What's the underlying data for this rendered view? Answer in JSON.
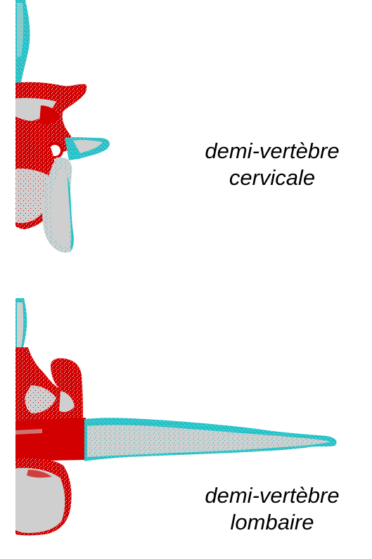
{
  "colors": {
    "bone": "#cfcfcf",
    "red": "#d20000",
    "cyan": "#22c3c8",
    "background": "#ffffff"
  },
  "cervical": {
    "caption_line1": "demi-vertèbre",
    "caption_line2": "cervicale"
  },
  "lumbar": {
    "caption_line1": "demi-vertèbre",
    "caption_line2": "lombaire"
  }
}
